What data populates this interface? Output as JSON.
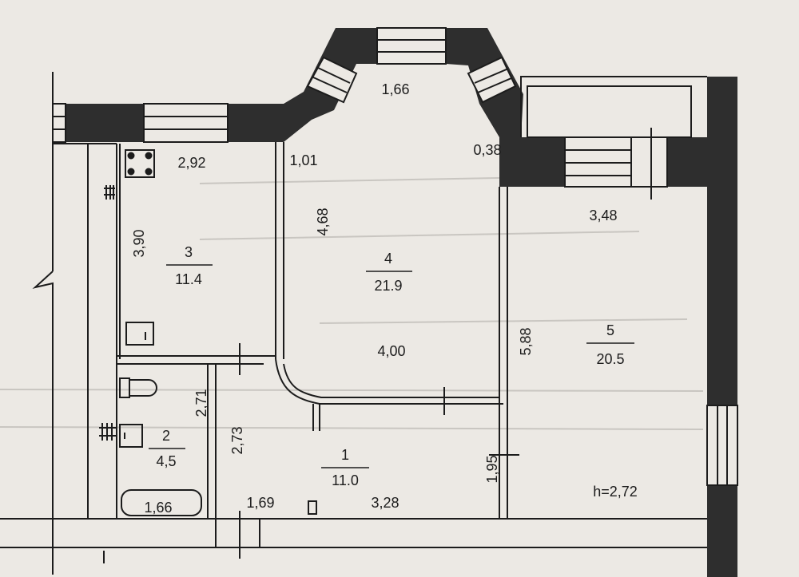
{
  "rooms": [
    {
      "id": "room-3",
      "number": "3",
      "area": "11.4"
    },
    {
      "id": "room-4",
      "number": "4",
      "area": "21.9"
    },
    {
      "id": "room-5",
      "number": "5",
      "area": "20.5"
    },
    {
      "id": "room-2",
      "number": "2",
      "area": "4,5"
    },
    {
      "id": "room-1",
      "number": "1",
      "area": "11.0"
    }
  ],
  "dimensions": {
    "d_1_66_top": "1,66",
    "d_2_92": "2,92",
    "d_1_01": "1,01",
    "d_0_38": "0,38",
    "d_3_90": "3,90",
    "d_4_68": "4,68",
    "d_3_48": "3,48",
    "d_4_00": "4,00",
    "d_5_88": "5,88",
    "d_2_71": "2,71",
    "d_2_73": "2,73",
    "d_1_95": "1,95",
    "d_1_66_bath": "1,66",
    "d_1_69": "1,69",
    "d_3_28": "3,28"
  },
  "ceiling_height": "h=2,72",
  "colors": {
    "wall": "#2e2e2e",
    "line": "#1c1c1c",
    "paper": "#ece9e4"
  }
}
